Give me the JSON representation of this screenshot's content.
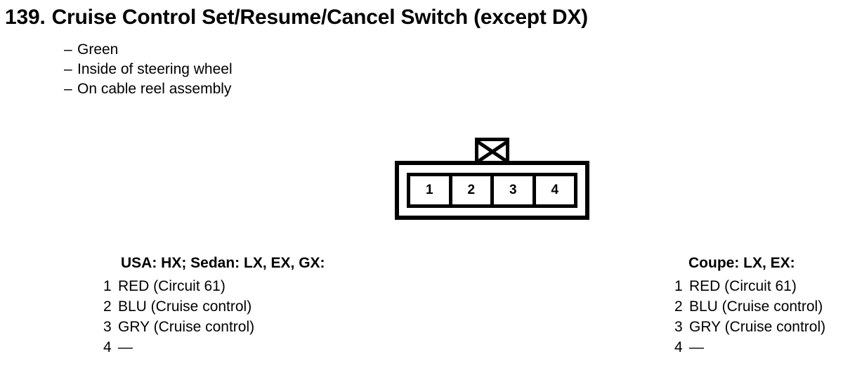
{
  "title": {
    "number": "139.",
    "text": "Cruise Control Set/Resume/Cancel Switch (except DX)"
  },
  "notes": {
    "dash": "–",
    "items": [
      "Green",
      "Inside of steering wheel",
      "On cable reel assembly"
    ]
  },
  "connector": {
    "tab_icon": "x-cross-icon",
    "pins": [
      "1",
      "2",
      "3",
      "4"
    ]
  },
  "legends": [
    {
      "heading": "USA: HX; Sedan: LX, EX, GX:",
      "rows": [
        {
          "pin": "1",
          "desc": "RED (Circuit 61)"
        },
        {
          "pin": "2",
          "desc": "BLU (Cruise control)"
        },
        {
          "pin": "3",
          "desc": "GRY (Cruise control)"
        },
        {
          "pin": "4",
          "desc": "—"
        }
      ]
    },
    {
      "heading": "Coupe: LX, EX:",
      "rows": [
        {
          "pin": "1",
          "desc": "RED (Circuit 61)"
        },
        {
          "pin": "2",
          "desc": "BLU (Cruise control)"
        },
        {
          "pin": "3",
          "desc": "GRY (Cruise control)"
        },
        {
          "pin": "4",
          "desc": "—"
        }
      ]
    }
  ],
  "colors": {
    "ink": "#000000",
    "paper": "#ffffff"
  }
}
